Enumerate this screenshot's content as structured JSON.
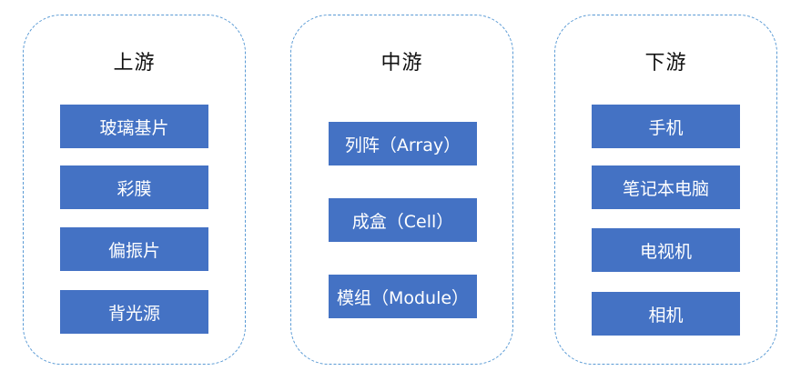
{
  "columns": [
    {
      "title": "上游",
      "items": [
        "玻璃基片",
        "彩膜",
        "偏振片",
        "背光源"
      ]
    },
    {
      "title": "中游",
      "items": [
        "列阵（Array）",
        "成盒（Cell）",
        "模组（Module）"
      ]
    },
    {
      "title": "下游",
      "items": [
        "手机",
        "笔记本电脑",
        "电视机",
        "相机"
      ]
    }
  ],
  "colors": {
    "border": "#5b9bd5",
    "box_fill": "#4472c4",
    "box_text": "#ffffff",
    "title_text": "#111111"
  }
}
